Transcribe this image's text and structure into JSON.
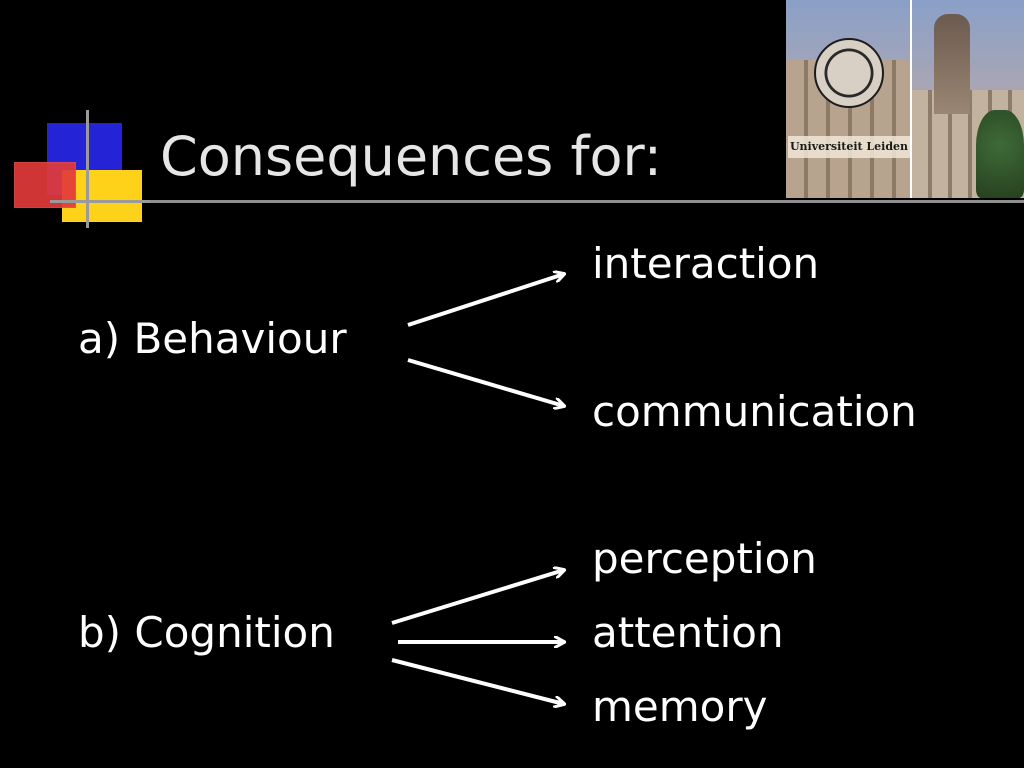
{
  "slide": {
    "title": "Consequences for:",
    "logo_text": "Universiteit Leiden",
    "sections": [
      {
        "label": "a) Behaviour",
        "targets": [
          "interaction",
          "communication"
        ]
      },
      {
        "label": "b) Cognition",
        "targets": [
          "perception",
          "attention",
          "memory"
        ]
      }
    ]
  },
  "colors": {
    "background": "#000000",
    "text": "#ffffff",
    "title": "#e6e6e6",
    "accent_blue": "#2424d6",
    "accent_yellow": "#ffd21a",
    "accent_red": "#e23a3a"
  },
  "icons": [
    "arrow-icon"
  ]
}
